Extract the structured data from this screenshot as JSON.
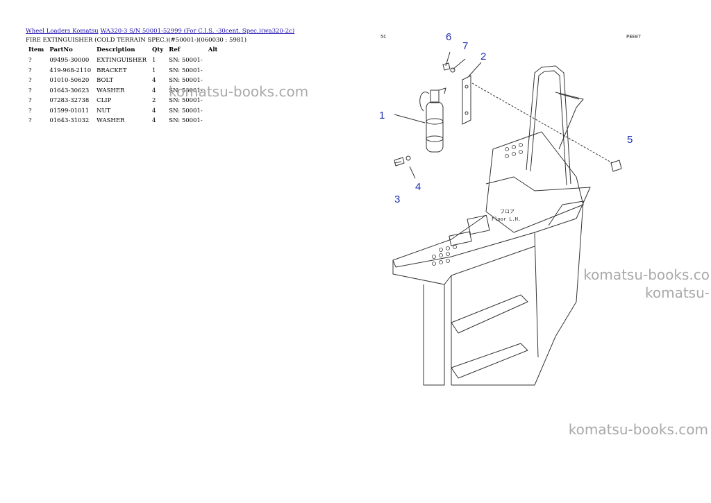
{
  "breadcrumb": {
    "link1": "Wheel Loaders Komatsu",
    "link2": "WA320-3 S/N 50001-52999 (For C.I.S. -30cent. Spec.)(wa320-2c)"
  },
  "subtitle": "FIRE EXTINGUISHER (COLD TERRAIN SPEC.)(#50001-)(060030 : 5981)",
  "table": {
    "headers": [
      "Item",
      "PartNo",
      "Description",
      "Qty",
      "Ref",
      "Alt"
    ],
    "rows": [
      [
        "?",
        "09495-30000",
        "EXTINGUISHER",
        "1",
        "SN: 50001-",
        ""
      ],
      [
        "?",
        "419-968-2110",
        "BRACKET",
        "1",
        "SN: 50001-",
        ""
      ],
      [
        "?",
        "01010-50620",
        "BOLT",
        "4",
        "SN: 50001-",
        ""
      ],
      [
        "?",
        "01643-30623",
        "WASHER",
        "4",
        "SN: 50001-",
        ""
      ],
      [
        "?",
        "07283-32738",
        "CLIP",
        "2",
        "SN: 50001-",
        ""
      ],
      [
        "?",
        "01599-01011",
        "NUT",
        "4",
        "SN: 50001-",
        ""
      ],
      [
        "?",
        "01643-31032",
        "WASHER",
        "4",
        "SN: 50001-",
        ""
      ]
    ]
  },
  "watermarks": [
    "komatsu-books.com",
    "komatsu-books.co",
    "komatsu-",
    "komatsu-books.com"
  ],
  "diagram": {
    "code_left": "5C",
    "code_right": "PEE07",
    "label_jp": "フロア",
    "label_floor": "Floor L.H.",
    "callouts": [
      "1",
      "2",
      "3",
      "4",
      "5",
      "6",
      "7"
    ],
    "callout_color": "#1f2fb0"
  }
}
